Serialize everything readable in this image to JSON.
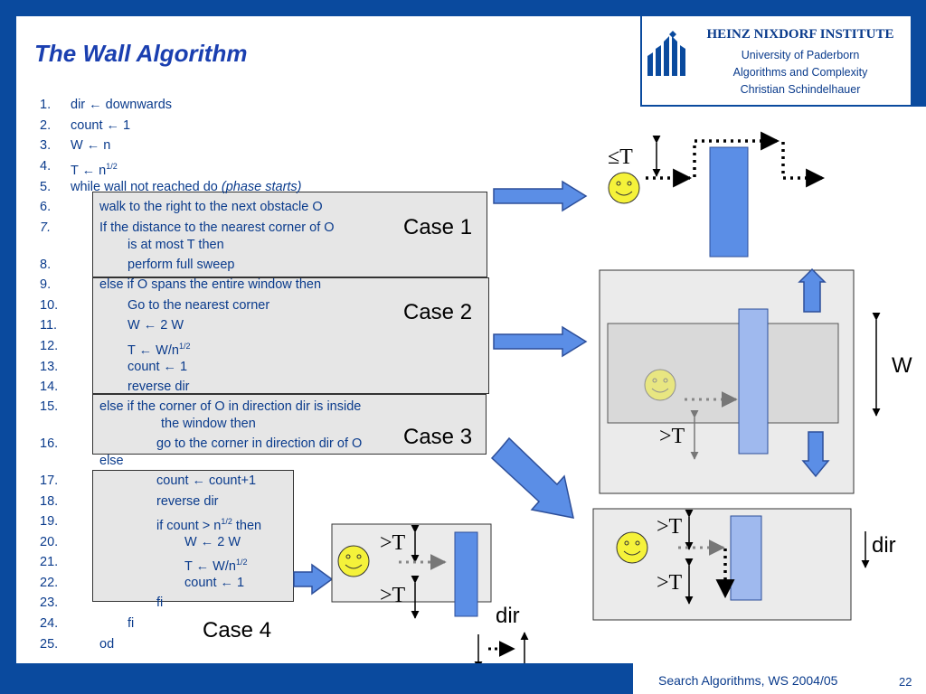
{
  "slide": {
    "title": "The Wall Algorithm",
    "institute": "HEINZ NIXDORF INSTITUTE",
    "university": "University of Paderborn",
    "group": "Algorithms and Complexity",
    "author": "Christian Schindelhauer",
    "footer": "Search Algorithms, WS 2004/05",
    "page": "22"
  },
  "algorithm": [
    {
      "num": "1.",
      "text": "dir ← downwards"
    },
    {
      "num": "2.",
      "text": "count ← 1"
    },
    {
      "num": "3.",
      "text": "W ← n"
    },
    {
      "num": "4.",
      "pre": "T ← n",
      "sup": "1/2"
    },
    {
      "num": "5.",
      "text": "while wall not reached do ",
      "italic": "(phase starts)"
    },
    {
      "num": "6.",
      "text": "walk to the right to the next obstacle O"
    },
    {
      "num": "7.",
      "text": "If the distance to the nearest corner of O",
      "cont": "is at most T then"
    },
    {
      "num": "8.",
      "text": "perform full sweep"
    },
    {
      "num": "9.",
      "text": "else if O spans the entire window then"
    },
    {
      "num": "10.",
      "text": "Go to the nearest corner"
    },
    {
      "num": "11.",
      "text": "W ← 2 W"
    },
    {
      "num": "12.",
      "pre": "T  ← W/n",
      "sup": "1/2"
    },
    {
      "num": "13.",
      "text": "count ← 1"
    },
    {
      "num": "14.",
      "text": "reverse dir"
    },
    {
      "num": "15.",
      "text": "else if the corner of O in direction dir is inside",
      "cont": "the window then"
    },
    {
      "num": "16.",
      "text": "go to the corner in direction dir of O"
    },
    {
      "num": "",
      "text": "else"
    },
    {
      "num": "17.",
      "text": "count ← count+1"
    },
    {
      "num": "18.",
      "text": "reverse dir"
    },
    {
      "num": "19.",
      "pre": "if count > n",
      "sup": "1/2",
      "post": " then"
    },
    {
      "num": "20.",
      "text": "W ← 2 W"
    },
    {
      "num": "21.",
      "pre": "T  ← W/n",
      "sup": "1/2"
    },
    {
      "num": "22.",
      "text": "count ← 1"
    },
    {
      "num": "23.",
      "text": "fi"
    },
    {
      "num": "24.",
      "text": "fi"
    },
    {
      "num": "25.",
      "text": "od"
    }
  ],
  "cases": {
    "case1": "Case 1",
    "case2": "Case 2",
    "case3": "Case 3",
    "case4": "Case 4"
  },
  "diagram": {
    "le_t": "≤T",
    "gt_t": ">T",
    "w": "W",
    "dir": "dir"
  },
  "colors": {
    "brand": "#0a4a9e",
    "text": "#0a3b8c",
    "obstacle": "#5b8ee6",
    "smiley": "#f5f23a"
  }
}
